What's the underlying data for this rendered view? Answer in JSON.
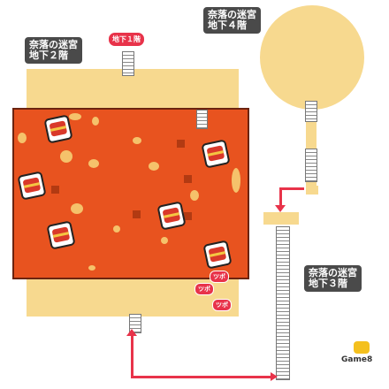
{
  "floors": {
    "b2": {
      "label": "奈落の迷宮\n地下２階"
    },
    "b3": {
      "label": "奈落の迷宮\n地下３階"
    },
    "b4": {
      "label": "奈落の迷宮\n地下４階"
    }
  },
  "markers": {
    "to_b1": "地下１階",
    "tsubo_1": "ツボ",
    "tsubo_2": "ツボ",
    "tsubo_3": "ツボ"
  },
  "chests_count": 6,
  "logo": {
    "text": "Game8"
  },
  "colors": {
    "lava": "#e8531f",
    "sand": "#f7d98f",
    "arrow": "#e8334a",
    "label_bg": "#4a4a4a"
  }
}
